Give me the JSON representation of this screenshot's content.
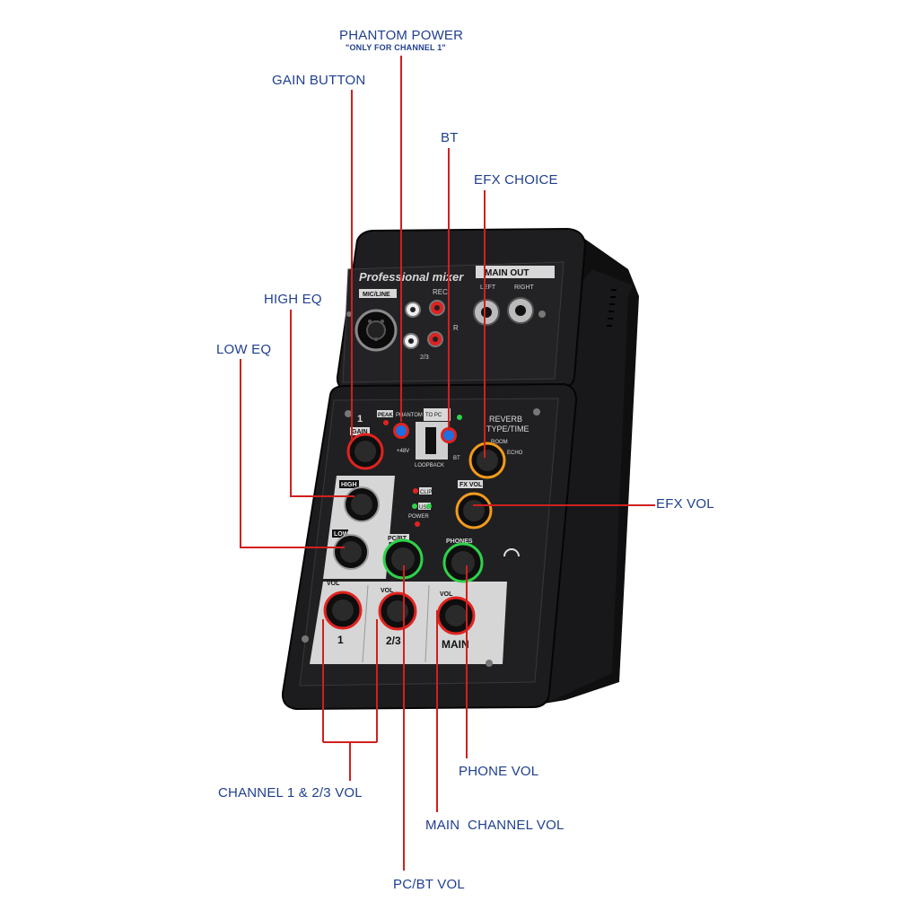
{
  "callouts": {
    "phantom_power": "PHANTOM POWER",
    "phantom_note": "\"ONLY FOR CHANNEL 1\"",
    "gain_button": "GAIN BUTTON",
    "bt": "BT",
    "efx_choice": "EFX CHOICE",
    "high_eq": "HIGH EQ",
    "low_eq": "LOW EQ",
    "efx_vol": "EFX VOL",
    "phone_vol": "PHONE VOL",
    "channel_vol": "CHANNEL 1 & 2/3 VOL",
    "main_channel_vol": "MAIN  CHANNEL VOL",
    "pcbt_vol": "PC/BT VOL"
  },
  "device": {
    "brand": "Professional mixer",
    "main_out": "MAIN OUT",
    "left": "LEFT",
    "right": "RIGHT",
    "mic_line": "MIC/LINE",
    "rec": "REC",
    "r": "R",
    "ch23": "2/3",
    "peak": "PEAK",
    "phantom": "PHANTOM",
    "plus48v": "+48V",
    "to_pc": "TO PC",
    "loopback": "LOOPBACK",
    "bt": "BT",
    "reverb": "REVERB",
    "type_time": "TYPE/TIME",
    "room": "ROOM",
    "echo": "ECHO",
    "fx_vol": "FX VOL",
    "clip": "CLIP",
    "usb": "USB",
    "power": "POWER",
    "gain": "GAIN",
    "high": "HIGH",
    "low": "LOW",
    "pcbt": "PC/BT",
    "phones": "PHONES",
    "vol": "VOL",
    "ch1": "1",
    "main": "MAIN"
  },
  "colors": {
    "label_blue": "#1f3f8f",
    "leader_red": "#d0201e",
    "device_body": "#1c1c1e",
    "ring_red": "#e0231f",
    "ring_orange": "#f29a1c",
    "ring_green": "#2ed14a",
    "button_blue": "#1f6fe0"
  }
}
